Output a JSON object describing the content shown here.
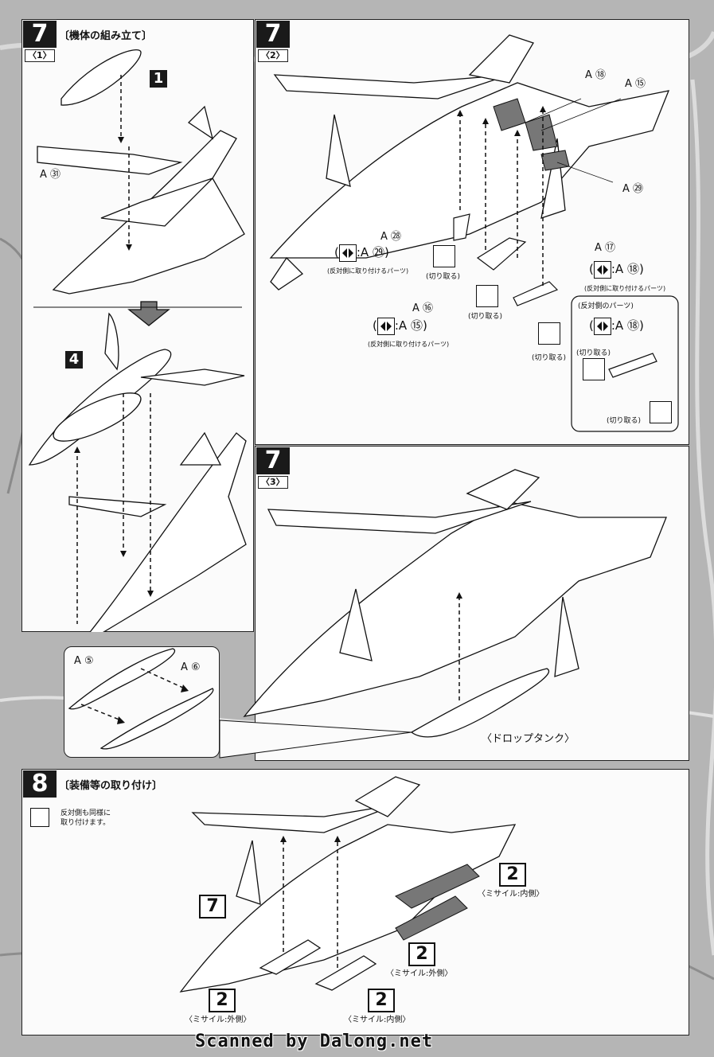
{
  "step7": {
    "number": "7",
    "title": "〔機体の組み立て〕",
    "sub1": "〈1〉",
    "sub2": "〈2〉",
    "sub3": "〈3〉"
  },
  "panel1": {
    "box1": "1",
    "box4": "4",
    "partA31": "A ㉛"
  },
  "panel2": {
    "partA18": "A ⑱",
    "partA15": "A ⑮",
    "partA29": "A ㉙",
    "partA28": "A ㉘",
    "partA16": "A ⑯",
    "partA17": "A ⑰",
    "rev1": ":A ㉙",
    "rev2": ":A ⑮",
    "rev3": ":A ⑱",
    "rev4": ":A ⑱",
    "rev_note": "(反対側に取り付けるパーツ)",
    "rev_note2": "(反対側に取り付けるパーツ)",
    "rev_note3": "(反対側に取り付けるパーツ)",
    "cut1": "(切り取る)",
    "cut2": "(切り取る)",
    "cut3": "(切り取る)",
    "cut4": "(切り取る)",
    "cut5": "(切り取る)",
    "opposite_parts": "(反対側のパーツ)"
  },
  "panel3": {
    "partA5": "A ⑤",
    "partA6": "A ⑥",
    "drop_tank": "〈ドロップタンク〉"
  },
  "step8": {
    "number": "8",
    "title": "〔装備等の取り付け〕",
    "note": "反対側も同様に\n取り付けます。",
    "box7": "7",
    "box2": "2",
    "m_inner": "〈ミサイル:内側〉",
    "m_outer": "〈ミサイル:外側〉",
    "m_outer_b": "〈ミサイル:外側〉",
    "m_inner_b": "〈ミサイル:内側〉"
  },
  "watermark": "Scanned by Dalong.net"
}
